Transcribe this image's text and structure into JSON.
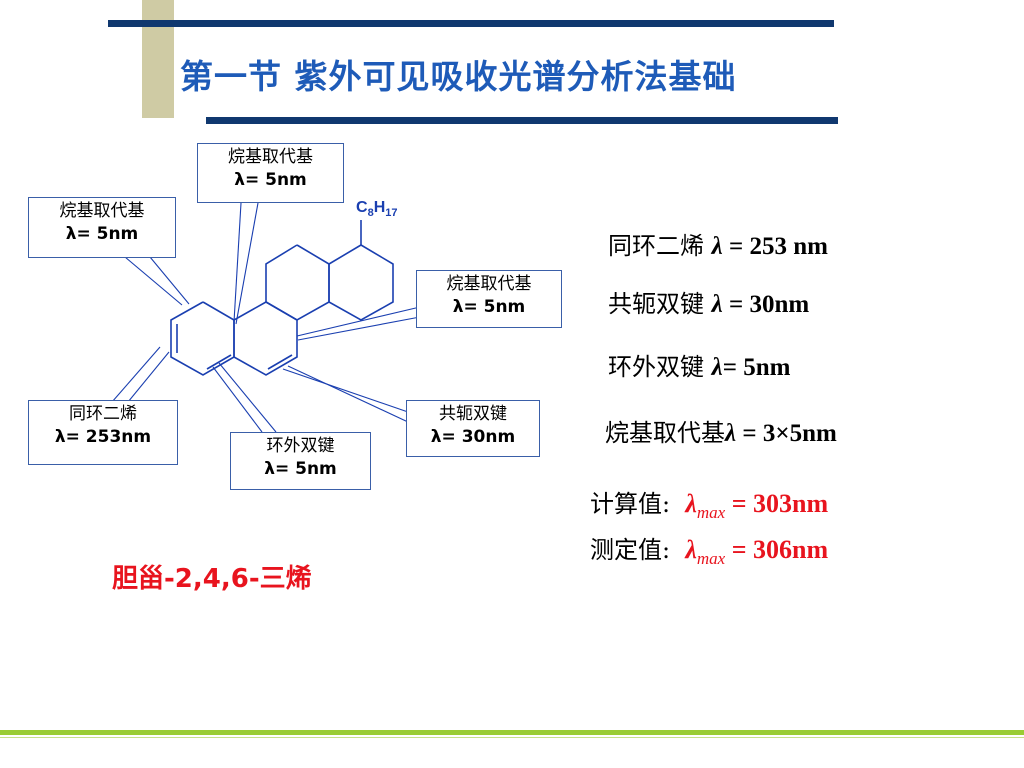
{
  "slide": {
    "title": "第一节  紫外可见吸收光谱分析法基础"
  },
  "diagram": {
    "substituent": {
      "main": "C",
      "sub1": "8",
      "mid": "H",
      "sub2": "17"
    },
    "labels": [
      {
        "line1": "烷基取代基",
        "line2": "λ= 5nm"
      },
      {
        "line1": "烷基取代基",
        "line2": "λ= 5nm"
      },
      {
        "line1": "烷基取代基",
        "line2": "λ= 5nm"
      },
      {
        "line1": "同环二烯",
        "line2": "λ= 253nm"
      },
      {
        "line1": "环外双键",
        "line2": "λ= 5nm"
      },
      {
        "line1": "共轭双键",
        "line2": "λ= 30nm"
      }
    ],
    "compound_name": "胆甾-2,4,6-三烯"
  },
  "rules": [
    {
      "name": "同环二烯 ",
      "lambda": "λ",
      "value": " = 253 nm"
    },
    {
      "name": "共轭双键 ",
      "lambda": "λ",
      "value": " = 30nm"
    },
    {
      "name": "环外双键 ",
      "lambda": "λ",
      "value": "= 5nm"
    },
    {
      "name": "烷基取代基",
      "lambda": "λ",
      "value": " = 3×5nm"
    }
  ],
  "results": [
    {
      "name": "计算值:",
      "lambda": "λ",
      "sub": "max",
      "value": " = 303nm"
    },
    {
      "name": "测定值:",
      "lambda": "λ",
      "sub": "max",
      "value": " = 306nm"
    }
  ]
}
